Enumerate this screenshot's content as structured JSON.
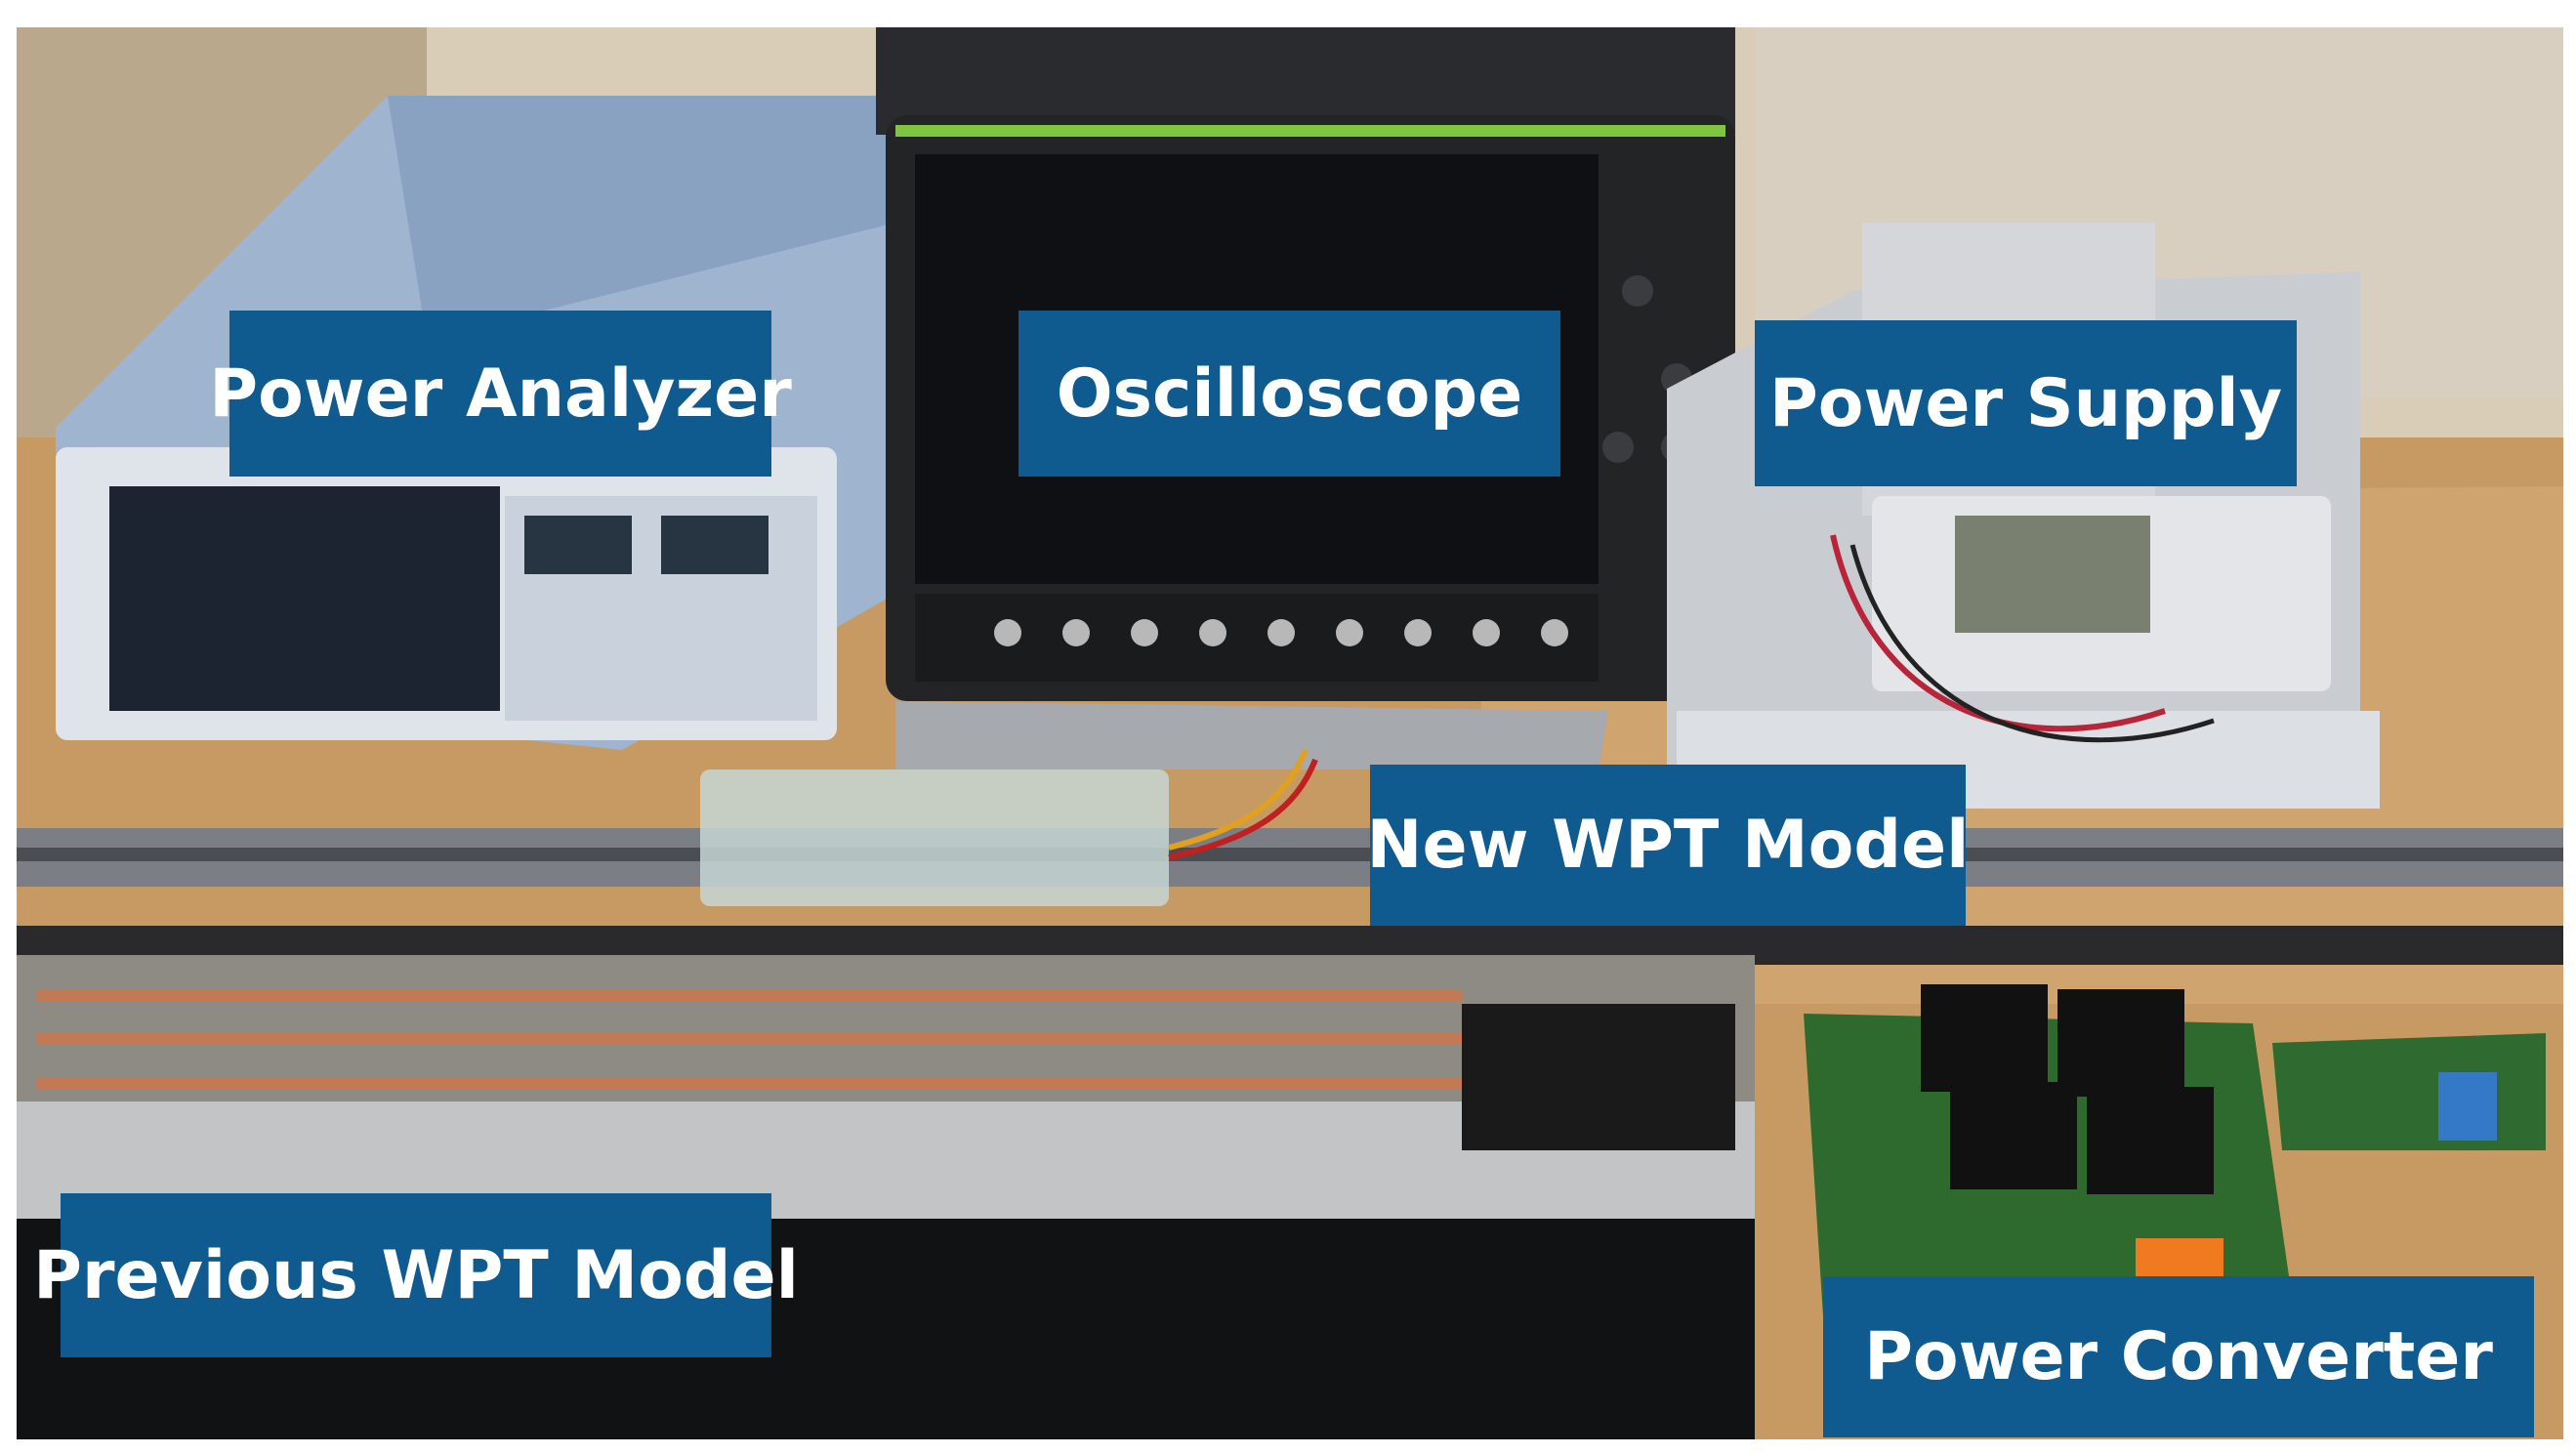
{
  "labels": {
    "power_analyzer": "Power Analyzer",
    "oscilloscope": "Oscilloscope",
    "power_supply": "Power Supply",
    "new_wpt_model": "New WPT Model",
    "previous_wpt_model": "Previous WPT Model",
    "power_converter": "Power Converter"
  },
  "colors": {
    "label_background": "#0f5a8f",
    "label_text": "#ffffff"
  }
}
